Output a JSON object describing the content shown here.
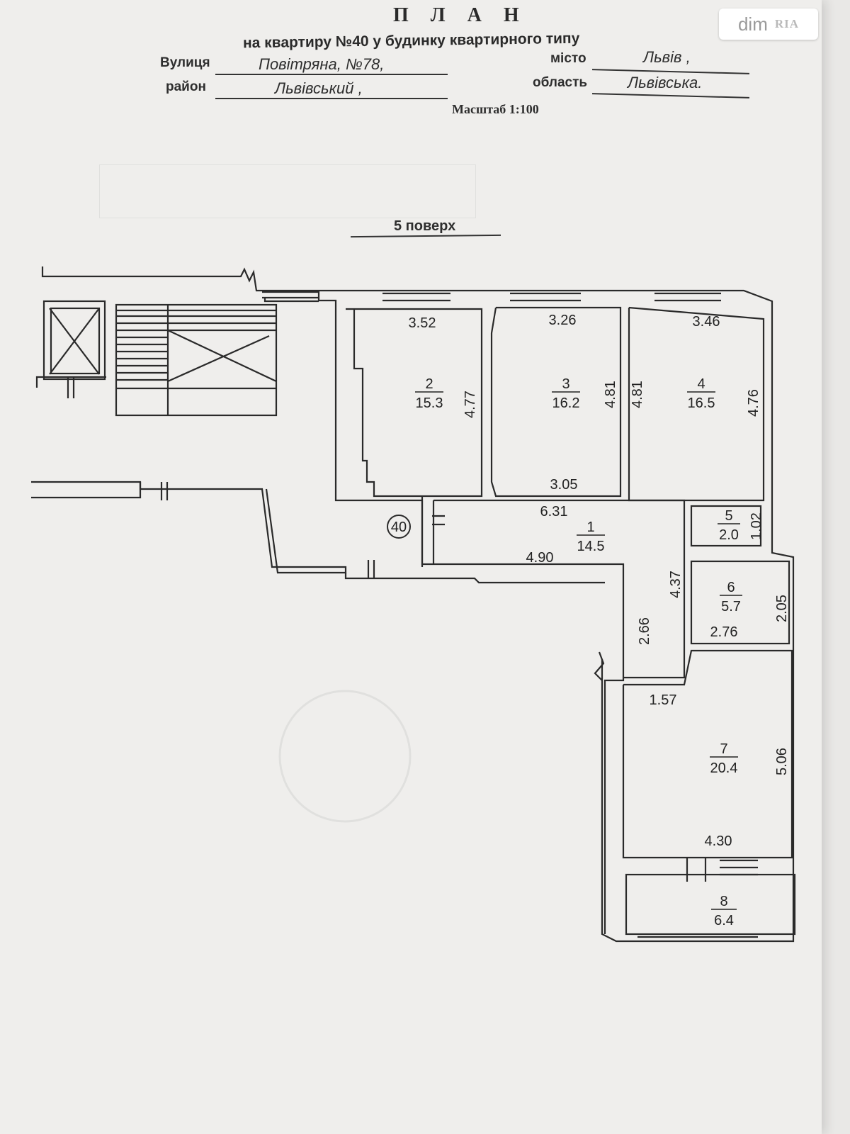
{
  "header": {
    "title": "П Л А Н",
    "subtitle": "на квартиру  №40 у  будинку квартирного типу",
    "street_label": "Вулиця",
    "street_value": "Повітряна, №78,",
    "city_label": "місто",
    "city_value": "Львів ,",
    "district_label": "район",
    "district_value": "Львівський ,",
    "region_label": "область",
    "region_value": "Львівська.",
    "scale": "Масштаб 1:100"
  },
  "floor_label": "5 поверх",
  "apartment_marker": "40",
  "logo": {
    "text": "dim",
    "sub": "RIA"
  },
  "rooms": [
    {
      "num": "1",
      "area": "14.5"
    },
    {
      "num": "2",
      "area": "15.3"
    },
    {
      "num": "3",
      "area": "16.2"
    },
    {
      "num": "4",
      "area": "16.5"
    },
    {
      "num": "5",
      "area": "2.0"
    },
    {
      "num": "6",
      "area": "5.7"
    },
    {
      "num": "7",
      "area": "20.4"
    },
    {
      "num": "8",
      "area": "6.4"
    }
  ],
  "dimensions": [
    "3.52",
    "3.26",
    "3.46",
    "4.77",
    "4.81",
    "4.81",
    "4.76",
    "3.05",
    "6.31",
    "1.02",
    "4.90",
    "4.37",
    "2.05",
    "2.76",
    "2.66",
    "1.57",
    "5.06",
    "4.30"
  ]
}
